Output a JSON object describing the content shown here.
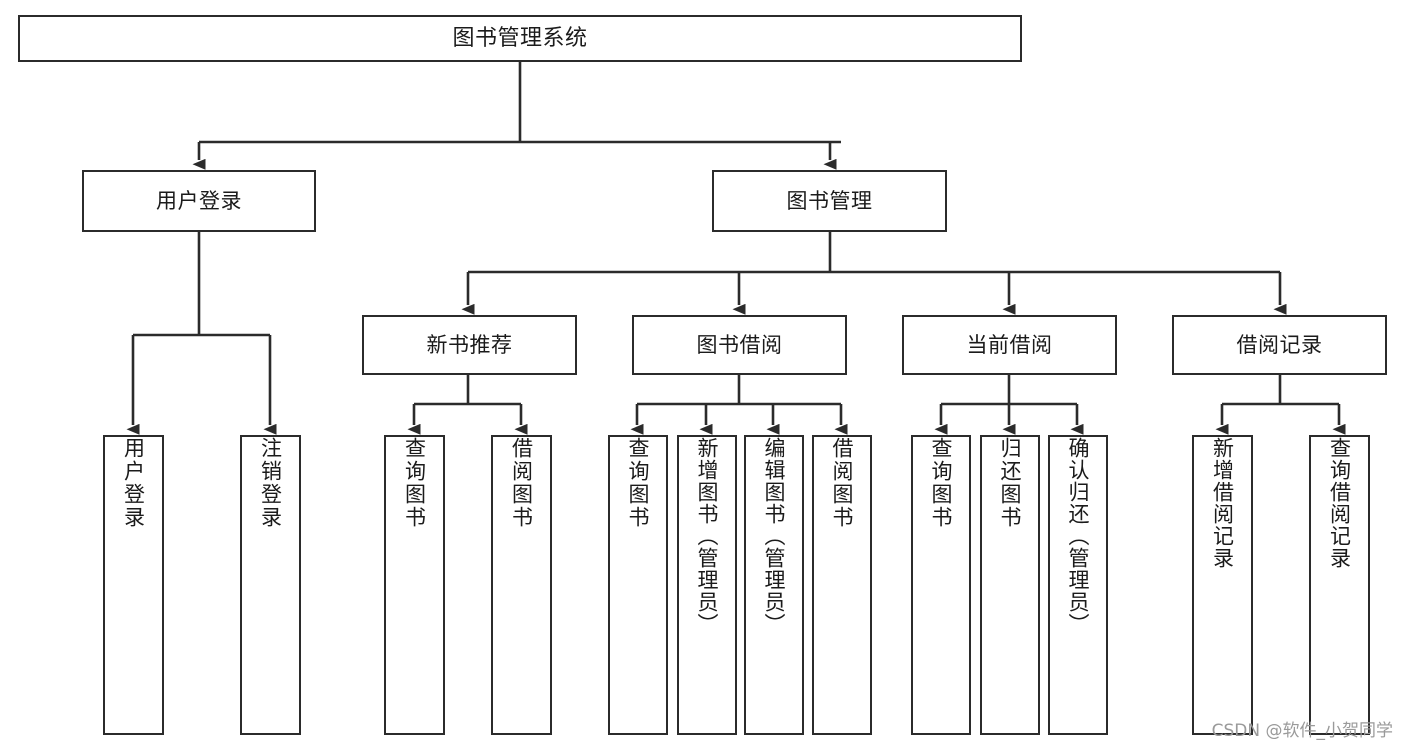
{
  "diagram": {
    "title": "图书管理系统",
    "watermark": "CSDN @软件_小贺同学",
    "line_color": "#2b2b2b",
    "box_fill": "#ffffff",
    "text_color": "#1b1b1b",
    "watermark_color": "#9a9a9a",
    "type": "tree-hierarchy",
    "levels": 4,
    "nodes": {
      "root": {
        "label": "图书管理系统"
      },
      "level2": [
        {
          "id": "user-login",
          "label": "用户登录"
        },
        {
          "id": "book-management",
          "label": "图书管理"
        }
      ],
      "level3": [
        {
          "id": "new-book-recommend",
          "label": "新书推荐"
        },
        {
          "id": "book-borrow",
          "label": "图书借阅"
        },
        {
          "id": "current-borrow",
          "label": "当前借阅"
        },
        {
          "id": "borrow-record",
          "label": "借阅记录"
        }
      ],
      "leaves": {
        "user_login": [
          {
            "id": "leaf-user-login",
            "label": "用户登录"
          },
          {
            "id": "leaf-logout-login",
            "label": "注销登录"
          }
        ],
        "new_book_recommend": [
          {
            "id": "leaf-query-book-1",
            "label": "查询图书"
          },
          {
            "id": "leaf-borrow-book-1",
            "label": "借阅图书"
          }
        ],
        "book_borrow": [
          {
            "id": "leaf-query-book-2",
            "label": "查询图书"
          },
          {
            "id": "leaf-add-book",
            "label": "新增图书（管理员）"
          },
          {
            "id": "leaf-edit-book",
            "label": "编辑图书（管理员）"
          },
          {
            "id": "leaf-borrow-book-2",
            "label": "借阅图书"
          }
        ],
        "current_borrow": [
          {
            "id": "leaf-query-book-3",
            "label": "查询图书"
          },
          {
            "id": "leaf-return-book",
            "label": "归还图书"
          },
          {
            "id": "leaf-confirm-return",
            "label": "确认归还（管理员）"
          }
        ],
        "borrow_record": [
          {
            "id": "leaf-add-record",
            "label": "新增借阅记录"
          },
          {
            "id": "leaf-query-record",
            "label": "查询借阅记录"
          }
        ]
      }
    }
  }
}
